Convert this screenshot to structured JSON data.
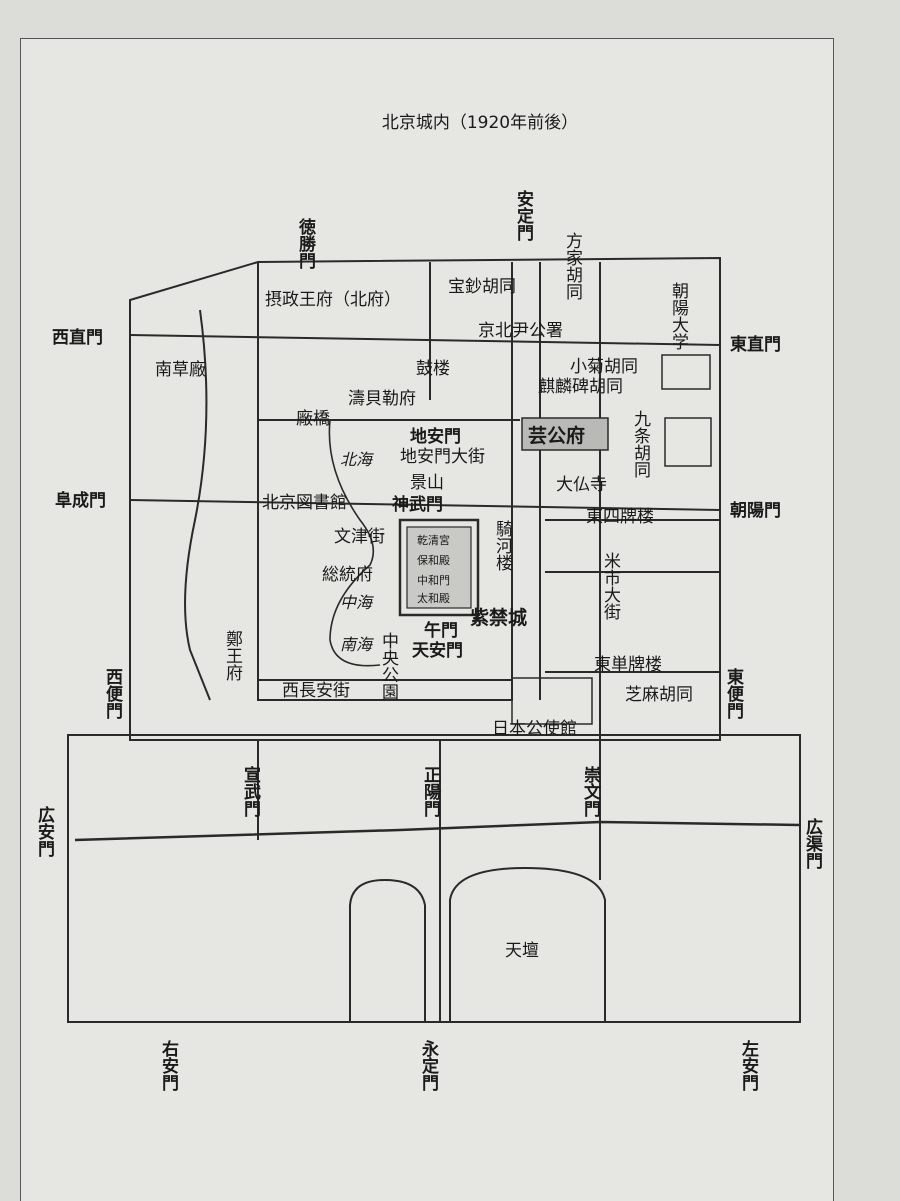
{
  "title": "北京城内（1920年前後）",
  "gates": {
    "deshengmen": "徳勝門",
    "andingmen": "安定門",
    "xizhimen": "西直門",
    "dongzhimen": "東直門",
    "fuchengmen": "阜成門",
    "chaoyangmen": "朝陽門",
    "xibianmen": "西便門",
    "dongbianmen": "東便門",
    "xuanwumen": "宣武門",
    "zhengyangmen": "正陽門",
    "chongwenmen": "崇文門",
    "guanganmen": "広安門",
    "guangqumen": "広渠門",
    "youanmen": "右安門",
    "yongdingmen": "永定門",
    "zuoanmen": "左安門"
  },
  "places": {
    "sheshengwangfu": "摂政王府（北府）",
    "baochaohutong": "宝鈔胡同",
    "fangjiahutong": "方家胡同",
    "chaoyangdaxue": "朝陽大学",
    "jingzhaoyin": "京北尹公署",
    "gulou": "鼓楼",
    "nancaochang": "南草廠",
    "xiaojuhutong": "小菊胡同",
    "qilinbei": "麒麟碑胡同",
    "taobeilefu": "濤貝勒府",
    "changqiao": "廠橋",
    "digongfu": "芸公府",
    "jiutiao": "九条胡同",
    "dianmen": "地安門",
    "dianmendajie": "地安門大街",
    "beihai": "北海",
    "jingshan": "景山",
    "dafosi": "大仏寺",
    "beijingtushuguan": "北京図書館",
    "shenwumen": "神武門",
    "dongsi": "東四牌楼",
    "wenjinjie": "文津街",
    "qiheluo": "騎河楼",
    "mishidajie": "米市大街",
    "zongtongfu": "総統府",
    "zhonghai": "中海",
    "zijincheng": "紫禁城",
    "nanhai": "南海",
    "zhengwangfu": "鄭王府",
    "wumen": "午門",
    "zhongyanggongyuan": "中央公園",
    "tiananmen": "天安門",
    "dongdan": "東単牌楼",
    "xichanganjie": "西長安街",
    "zhimahutong": "芝麻胡同",
    "ribengongshiguan": "日本公使館",
    "tiantan": "天壇"
  },
  "palace_halls": [
    "乾清宮",
    "保和殿",
    "中和門",
    "太和殿"
  ]
}
